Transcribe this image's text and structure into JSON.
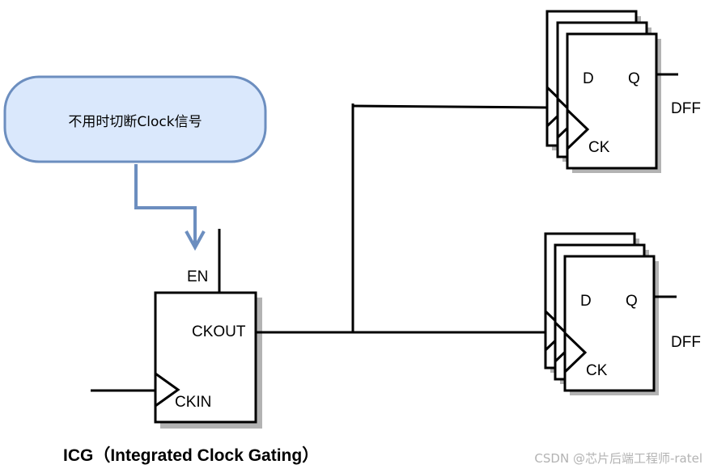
{
  "note": {
    "text": "不用时切断Clock信号",
    "fill": "#dae8fc",
    "stroke": "#6c8ebf"
  },
  "icg": {
    "en_label": "EN",
    "ckout_label": "CKOUT",
    "ckin_label": "CKIN",
    "title": "ICG（Integrated Clock Gating）"
  },
  "dff_top": {
    "d_label": "D",
    "q_label": "Q",
    "ck_label": "CK",
    "name": "DFF"
  },
  "dff_bottom": {
    "d_label": "D",
    "q_label": "Q",
    "ck_label": "CK",
    "name": "DFF"
  },
  "watermark": "CSDN @芯片后端工程师-ratel",
  "colors": {
    "line": "#000000",
    "arrow": "#6c8ebf",
    "shadow": "#b3b3b3",
    "watermark": "#b3b3b3"
  }
}
